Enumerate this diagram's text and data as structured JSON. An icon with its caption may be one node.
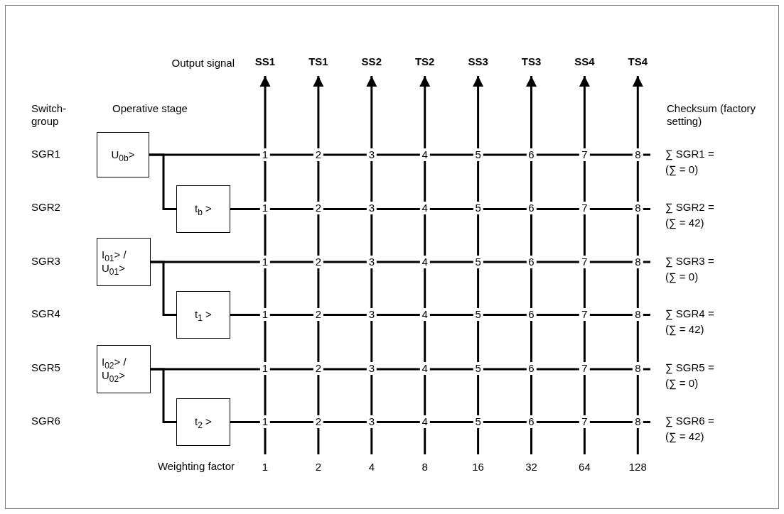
{
  "diagram": {
    "nodes": [
      {
        "text": [
          "SS1"
        ]
      },
      {
        "text": [
          "TS1"
        ]
      },
      {
        "text": [
          "SS2"
        ]
      },
      {
        "text": [
          "TS2"
        ]
      },
      {
        "text": [
          "SS3"
        ]
      },
      {
        "text": [
          "TS3"
        ]
      },
      {
        "text": [
          "SS4"
        ]
      },
      {
        "text": [
          "TS4"
        ]
      },
      {
        "text": [
          "U$_{0b}$>"
        ]
      },
      {
        "text": [
          "t$_{b}$ >"
        ]
      },
      {
        "text": [
          "I$_{01}$> / U$_{01}$>"
        ]
      },
      {
        "text": [
          "t$_{1}$ >"
        ]
      },
      {
        "text": [
          "I$_{02}$> / U$_{02}$>"
        ]
      },
      {
        "text": [
          "t$_{2}$ >"
        ]
      }
    ],
    "edges": [
      {
        "from": null,
        "to": 0,
        "arrow": "to"
      },
      {
        "from": null,
        "to": 1,
        "arrow": "to"
      },
      {
        "from": null,
        "to": 2,
        "arrow": "to"
      },
      {
        "from": null,
        "to": 3,
        "arrow": "to"
      },
      {
        "from": null,
        "to": 4,
        "arrow": "to"
      },
      {
        "from": null,
        "to": 5,
        "arrow": "to"
      },
      {
        "from": null,
        "to": 6,
        "arrow": "to"
      },
      {
        "from": null,
        "to": 7,
        "arrow": "to"
      },
      {
        "from": 8,
        "to": null,
        "arrow": "none"
      },
      {
        "from": 9,
        "to": null,
        "arrow": "none"
      },
      {
        "from": 10,
        "to": null,
        "arrow": "none"
      },
      {
        "from": 11,
        "to": null,
        "arrow": "none"
      },
      {
        "from": 12,
        "to": null,
        "arrow": "none"
      },
      {
        "from": 13,
        "to": null,
        "arrow": "none"
      },
      {
        "from": 8,
        "to": 9,
        "arrow": "none"
      },
      {
        "from": 10,
        "to": 11,
        "arrow": "none"
      },
      {
        "from": 12,
        "to": 13,
        "arrow": "none"
      }
    ],
    "labels": [
      "Output signal",
      "Switch-group",
      "Operative stage",
      "Checksum (factory setting)",
      "SGR1",
      "1",
      "2",
      "3",
      "4",
      "5",
      "6",
      "7",
      "8",
      "∑ SGR1 =",
      "(∑ = 0)",
      "SGR2",
      "1",
      "2",
      "3",
      "4",
      "5",
      "6",
      "7",
      "8",
      "∑ SGR2 =",
      "(∑ = 42)",
      "SGR3",
      "1",
      "2",
      "3",
      "4",
      "5",
      "6",
      "7",
      "8",
      "∑ SGR3 =",
      "(∑ = 0)",
      "SGR4",
      "1",
      "2",
      "3",
      "4",
      "5",
      "6",
      "7",
      "8",
      "∑ SGR4 =",
      "(∑ = 42)",
      "SGR5",
      "1",
      "2",
      "3",
      "4",
      "5",
      "6",
      "7",
      "8",
      "∑ SGR5 =",
      "(∑ = 0)",
      "SGR6",
      "1",
      "2",
      "3",
      "4",
      "5",
      "6",
      "7",
      "8",
      "∑ SGR6 =",
      "(∑ = 42)",
      "Weighting factor",
      "1",
      "2",
      "4",
      "8",
      "16",
      "32",
      "64",
      "128"
    ]
  }
}
